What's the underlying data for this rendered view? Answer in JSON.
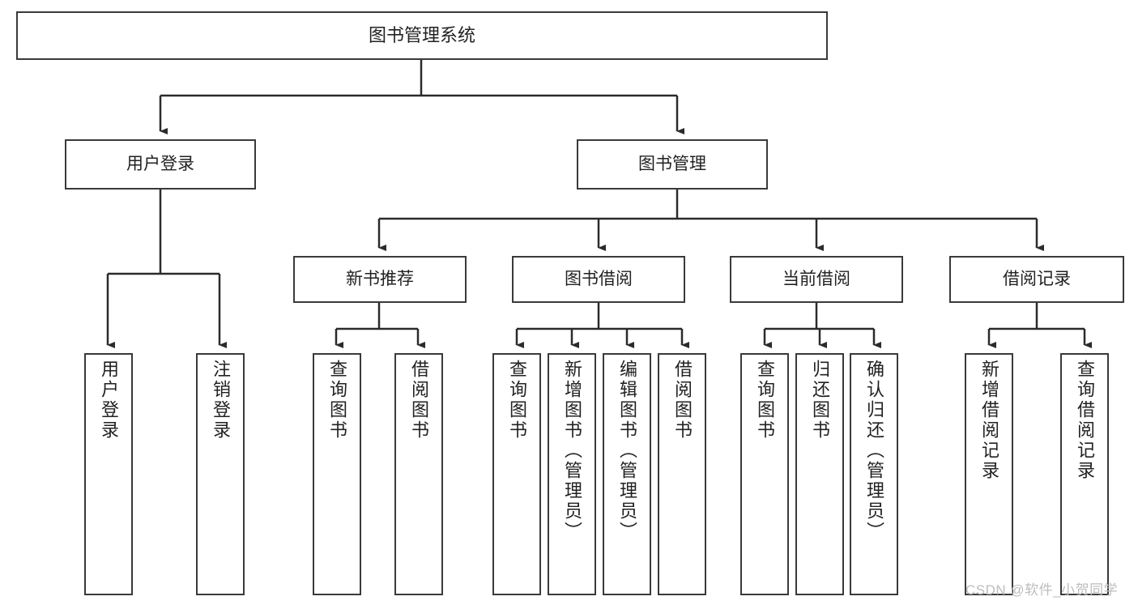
{
  "diagram": {
    "type": "tree-hierarchy",
    "title": "图书管理系统",
    "orientation": "top-down",
    "colors": {
      "node_border": "#3a3a3a",
      "node_fill": "#ffffff",
      "connector": "#2b2b2b",
      "text": "#222222",
      "watermark": "#bdbdbd",
      "background": "#ffffff"
    },
    "root": {
      "id": "root",
      "label": "图书管理系统",
      "text_direction": "horizontal"
    },
    "level2": [
      {
        "id": "user-login",
        "label": "用户登录",
        "text_direction": "horizontal"
      },
      {
        "id": "book-manage",
        "label": "图书管理",
        "text_direction": "horizontal"
      }
    ],
    "level3": [
      {
        "id": "new-book-recommend",
        "label": "新书推荐",
        "text_direction": "horizontal",
        "parent": "book-manage"
      },
      {
        "id": "book-borrow",
        "label": "图书借阅",
        "text_direction": "horizontal",
        "parent": "book-manage"
      },
      {
        "id": "current-borrow",
        "label": "当前借阅",
        "text_direction": "horizontal",
        "parent": "book-manage"
      },
      {
        "id": "borrow-record",
        "label": "借阅记录",
        "text_direction": "horizontal",
        "parent": "book-manage"
      }
    ],
    "leaves": [
      {
        "id": "leaf-user-login",
        "label": "用户登录",
        "text_direction": "vertical",
        "parent": "user-login"
      },
      {
        "id": "leaf-user-logout",
        "label": "注销登录",
        "text_direction": "vertical",
        "parent": "user-login"
      },
      {
        "id": "leaf-query-book-1",
        "label": "查询图书",
        "text_direction": "vertical",
        "parent": "new-book-recommend"
      },
      {
        "id": "leaf-borrow-book-1",
        "label": "借阅图书",
        "text_direction": "vertical",
        "parent": "new-book-recommend"
      },
      {
        "id": "leaf-query-book-2",
        "label": "查询图书",
        "text_direction": "vertical",
        "parent": "book-borrow"
      },
      {
        "id": "leaf-add-book",
        "label": "新增图书（管理员）",
        "text_direction": "vertical",
        "parent": "book-borrow"
      },
      {
        "id": "leaf-edit-book",
        "label": "编辑图书（管理员）",
        "text_direction": "vertical",
        "parent": "book-borrow"
      },
      {
        "id": "leaf-borrow-book-2",
        "label": "借阅图书",
        "text_direction": "vertical",
        "parent": "book-borrow"
      },
      {
        "id": "leaf-query-book-3",
        "label": "查询图书",
        "text_direction": "vertical",
        "parent": "current-borrow"
      },
      {
        "id": "leaf-return-book",
        "label": "归还图书",
        "text_direction": "vertical",
        "parent": "current-borrow"
      },
      {
        "id": "leaf-confirm-return",
        "label": "确认归还（管理员）",
        "text_direction": "vertical",
        "parent": "current-borrow"
      },
      {
        "id": "leaf-add-record",
        "label": "新增借阅记录",
        "text_direction": "vertical",
        "parent": "borrow-record"
      },
      {
        "id": "leaf-query-record",
        "label": "查询借阅记录",
        "text_direction": "vertical",
        "parent": "borrow-record"
      }
    ],
    "watermark": "CSDN @软件_小贺同学"
  }
}
